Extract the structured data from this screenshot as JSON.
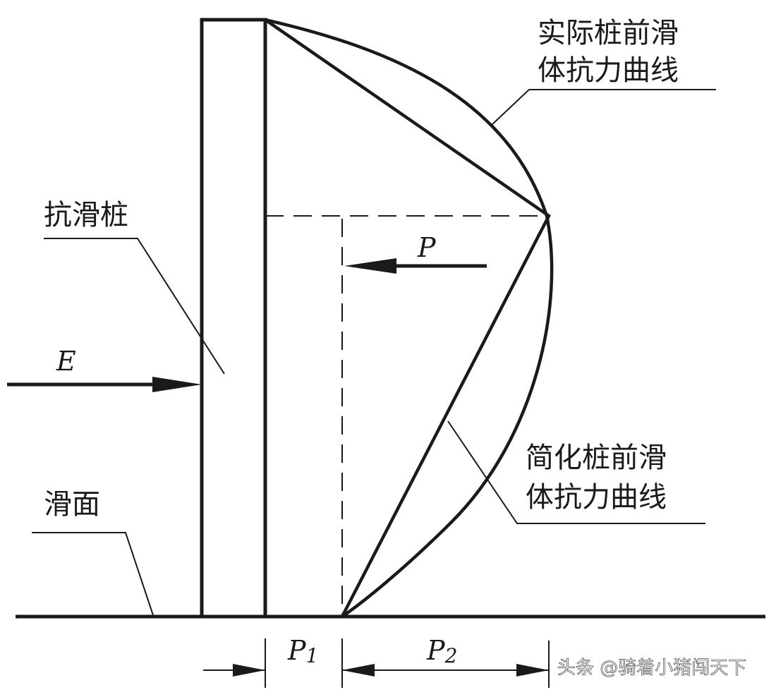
{
  "labels": {
    "actual_curve_line1": "实际桩前滑",
    "actual_curve_line2": "体抗力曲线",
    "pile": "抗滑桩",
    "simplified_curve_line1": "简化桩前滑",
    "simplified_curve_line2": "体抗力曲线",
    "slip_surface": "滑面",
    "force_E": "E",
    "force_P": "P",
    "p1_main": "P",
    "p1_sub": "1",
    "p2_main": "P",
    "p2_sub": "2"
  },
  "watermark": "头条 @骑着小猪闯天下",
  "colors": {
    "line": "#1a1a1a",
    "background": "#ffffff"
  }
}
